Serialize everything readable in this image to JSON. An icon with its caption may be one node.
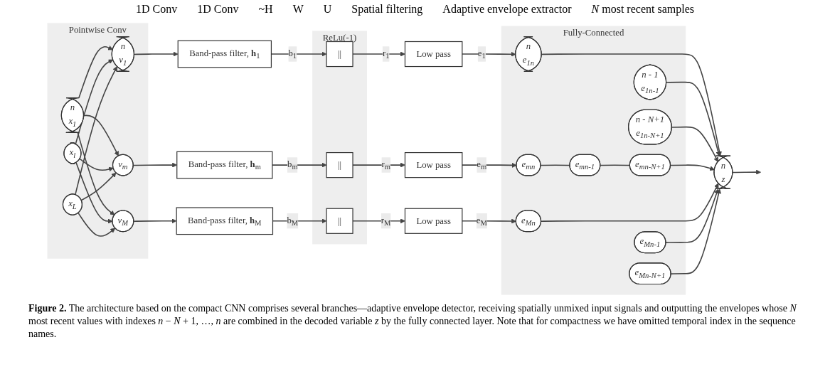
{
  "diagram": {
    "caption": "**Figure 2.** The architecture based on the compact CNN comprises several branches—adaptive envelope detector, receiving spatially unmixed input signals and outputting the envelopes whose *N* most recent values with indexes *n* − *N* + 1, …, *n* are combined in the decoded variable *z* by the fully connected layer. Note that for compactness we have omitted temporal index in the sequence names.",
    "nodes": [
      {
        "text": [
          "Pointwise Conv"
        ]
      },
      {
        "text": [
          "n",
          "x$_{1}$"
        ],
        "in": 0
      },
      {
        "text": [
          "x$_{l}$"
        ],
        "in": 0
      },
      {
        "text": [
          "x$_{L}$"
        ],
        "in": 0
      },
      {
        "text": [
          "n",
          "v$_{1}$"
        ],
        "in": 0
      },
      {
        "text": [
          "v$_{m}$"
        ],
        "in": 0
      },
      {
        "text": [
          "v$_{M}$"
        ],
        "in": 0
      },
      {
        "text": [
          "Band-pass filter, **h**$_{1}$"
        ]
      },
      {
        "text": [
          "Band-pass filter, **h**$_{m}$"
        ]
      },
      {
        "text": [
          "Band-pass filter, **h**$_{M}$"
        ]
      },
      {
        "text": [
          "ReLu(-1)"
        ]
      },
      {
        "text": [
          "||"
        ],
        "in": 10
      },
      {
        "text": [
          "||"
        ],
        "in": 10
      },
      {
        "text": [
          "||"
        ],
        "in": 10
      },
      {
        "text": [
          "Low pass"
        ]
      },
      {
        "text": [
          "Low pass"
        ]
      },
      {
        "text": [
          "Low pass"
        ]
      },
      {
        "text": [
          "Fully-Connected"
        ]
      },
      {
        "text": [
          "n",
          "e$_{1n}$"
        ],
        "in": 17
      },
      {
        "text": [
          "n - 1",
          "e$_{1n-1}$"
        ],
        "in": 17
      },
      {
        "text": [
          "n - N+1",
          "e$_{1n-N+1}$"
        ],
        "in": 17
      },
      {
        "text": [
          "e$_{mn}$"
        ],
        "in": 17
      },
      {
        "text": [
          "e$_{mn-1}$"
        ],
        "in": 17
      },
      {
        "text": [
          "e$_{mn-N+1}$"
        ],
        "in": 17
      },
      {
        "text": [
          "e$_{Mn}$"
        ],
        "in": 17
      },
      {
        "text": [
          "e$_{Mn-1}$"
        ],
        "in": 17
      },
      {
        "text": [
          "e$_{Mn-N+1}$"
        ],
        "in": 17
      },
      {
        "text": [
          "n",
          "z"
        ]
      }
    ],
    "edges": [
      {
        "from": 1,
        "to": 4,
        "arrow": "to"
      },
      {
        "from": 1,
        "to": 5,
        "arrow": "to"
      },
      {
        "from": 1,
        "to": 6,
        "arrow": "to"
      },
      {
        "from": 2,
        "to": 4,
        "arrow": "to"
      },
      {
        "from": 2,
        "to": 5,
        "arrow": "to"
      },
      {
        "from": 2,
        "to": 6,
        "arrow": "to"
      },
      {
        "from": 3,
        "to": 4,
        "arrow": "to"
      },
      {
        "from": 3,
        "to": 5,
        "arrow": "to"
      },
      {
        "from": 3,
        "to": 6,
        "arrow": "to"
      },
      {
        "from": 4,
        "to": 7,
        "arrow": "to"
      },
      {
        "from": 5,
        "to": 8,
        "arrow": "to"
      },
      {
        "from": 6,
        "to": 9,
        "arrow": "to"
      },
      {
        "from": 7,
        "to": 11,
        "arrow": "to",
        "label": "b$_{1}$"
      },
      {
        "from": 8,
        "to": 12,
        "arrow": "to",
        "label": "b$_{m}$"
      },
      {
        "from": 9,
        "to": 13,
        "arrow": "to",
        "label": "b$_{M}$"
      },
      {
        "from": 11,
        "to": 14,
        "arrow": "to",
        "label": "r$_{1}$"
      },
      {
        "from": 12,
        "to": 15,
        "arrow": "to",
        "label": "r$_{m}$"
      },
      {
        "from": 13,
        "to": 16,
        "arrow": "to",
        "label": "r$_{M}$"
      },
      {
        "from": 14,
        "to": 18,
        "arrow": "to",
        "label": "e$_{1}$"
      },
      {
        "from": 15,
        "to": 21,
        "arrow": "to",
        "label": "e$_{m}$"
      },
      {
        "from": 16,
        "to": 24,
        "arrow": "to",
        "label": "e$_{M}$"
      },
      {
        "from": 18,
        "to": 27,
        "arrow": "to"
      },
      {
        "from": 19,
        "to": 27,
        "arrow": "to"
      },
      {
        "from": 20,
        "to": 27,
        "arrow": "to"
      },
      {
        "from": 21,
        "to": 22,
        "arrow": "none"
      },
      {
        "from": 22,
        "to": 23,
        "arrow": "none"
      },
      {
        "from": 23,
        "to": 27,
        "arrow": "to"
      },
      {
        "from": 24,
        "to": 27,
        "arrow": "to"
      },
      {
        "from": 25,
        "to": 27,
        "arrow": "to"
      },
      {
        "from": 26,
        "to": 27,
        "arrow": "to"
      },
      {
        "from": 27,
        "to": null,
        "arrow": "to"
      }
    ],
    "labels": [
      "1D Conv",
      "1D Conv",
      "~H",
      "W",
      "U",
      "Spatial filtering",
      "Adaptive envelope extractor",
      "*N* most recent samples"
    ]
  }
}
